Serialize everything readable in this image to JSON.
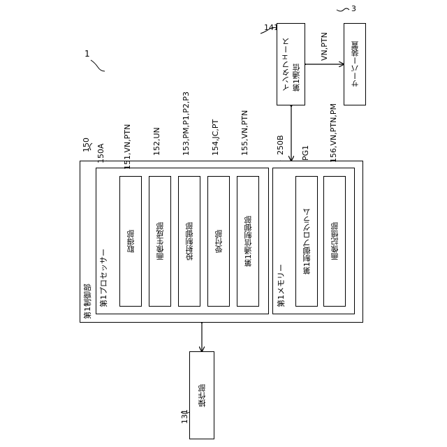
{
  "system": {
    "ref": "1"
  },
  "control": {
    "ref": "150",
    "label": "第1制御部",
    "processor": {
      "ref": "150A",
      "label": "第1プロセッサー",
      "units": [
        {
          "ref": "151,VN,PTN",
          "label": "取得部"
        },
        {
          "ref": "152,UN",
          "label": "画像生成部"
        },
        {
          "ref": "153,PM,P1,P2,P3",
          "label": "投射制御部"
        },
        {
          "ref": "154,JC,PT",
          "label": "受付部"
        },
        {
          "ref": "155,VN,PTN",
          "label": "第1通信制御部"
        }
      ]
    },
    "memory": {
      "ref": "250B",
      "label": "第1メモリー",
      "units": [
        {
          "ref": "PG1",
          "label": "第1制御プログラム"
        },
        {
          "ref": "156,VN,PTN,PM",
          "label": "画像記憶部"
        }
      ]
    }
  },
  "interface": {
    "ref": "141",
    "label_line1": "第1通信",
    "label_line2": "インタフェース"
  },
  "server": {
    "ref": "3",
    "label": "サーバー装置"
  },
  "link_label": "VN,PTN",
  "operation": {
    "ref": "131",
    "label": "操作部"
  }
}
